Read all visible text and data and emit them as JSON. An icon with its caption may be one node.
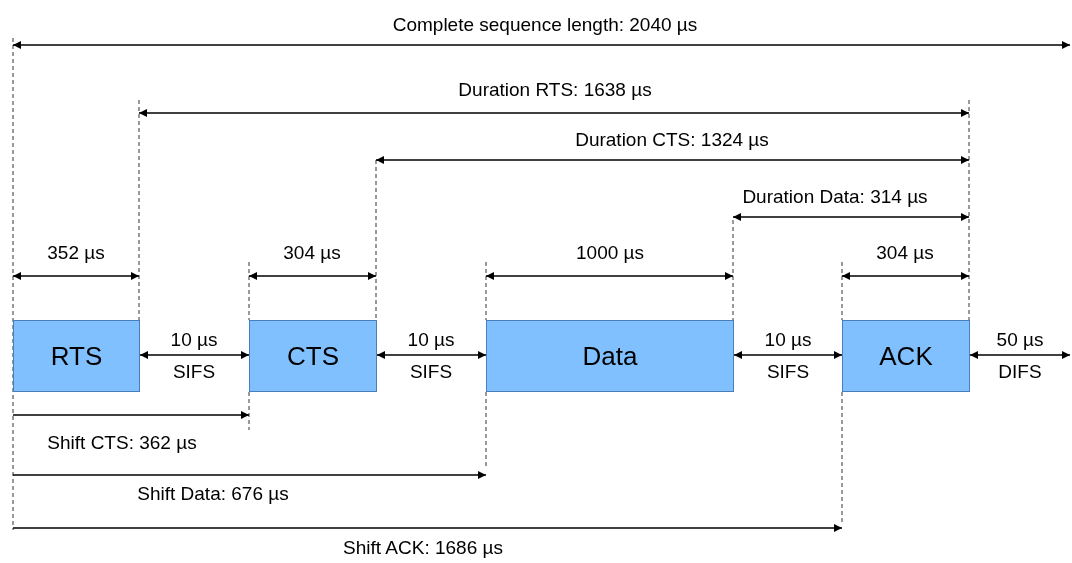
{
  "diagram": {
    "nodes": [
      {
        "text": [
          "RTS"
        ]
      },
      {
        "text": [
          "CTS"
        ]
      },
      {
        "text": [
          "Data"
        ]
      },
      {
        "text": [
          "ACK"
        ]
      }
    ],
    "edges": [
      {
        "from": 0,
        "to": 1,
        "arrow": "both"
      },
      {
        "from": 1,
        "to": 2,
        "arrow": "both"
      },
      {
        "from": 2,
        "to": 3,
        "arrow": "both"
      },
      {
        "from": 3,
        "to": null,
        "arrow": "both"
      }
    ],
    "labels": [
      "Complete sequence length: 2040 µs",
      "Duration RTS: 1638 µs",
      "Duration CTS: 1324 µs",
      "Duration Data: 314 µs",
      "352 µs",
      "304 µs",
      "1000 µs",
      "304 µs",
      "10 µs",
      "SIFS",
      "10 µs",
      "SIFS",
      "10 µs",
      "SIFS",
      "50 µs",
      "DIFS",
      "Shift CTS: 362 µs",
      "Shift Data: 676 µs",
      "Shift ACK: 1686 µs"
    ]
  }
}
